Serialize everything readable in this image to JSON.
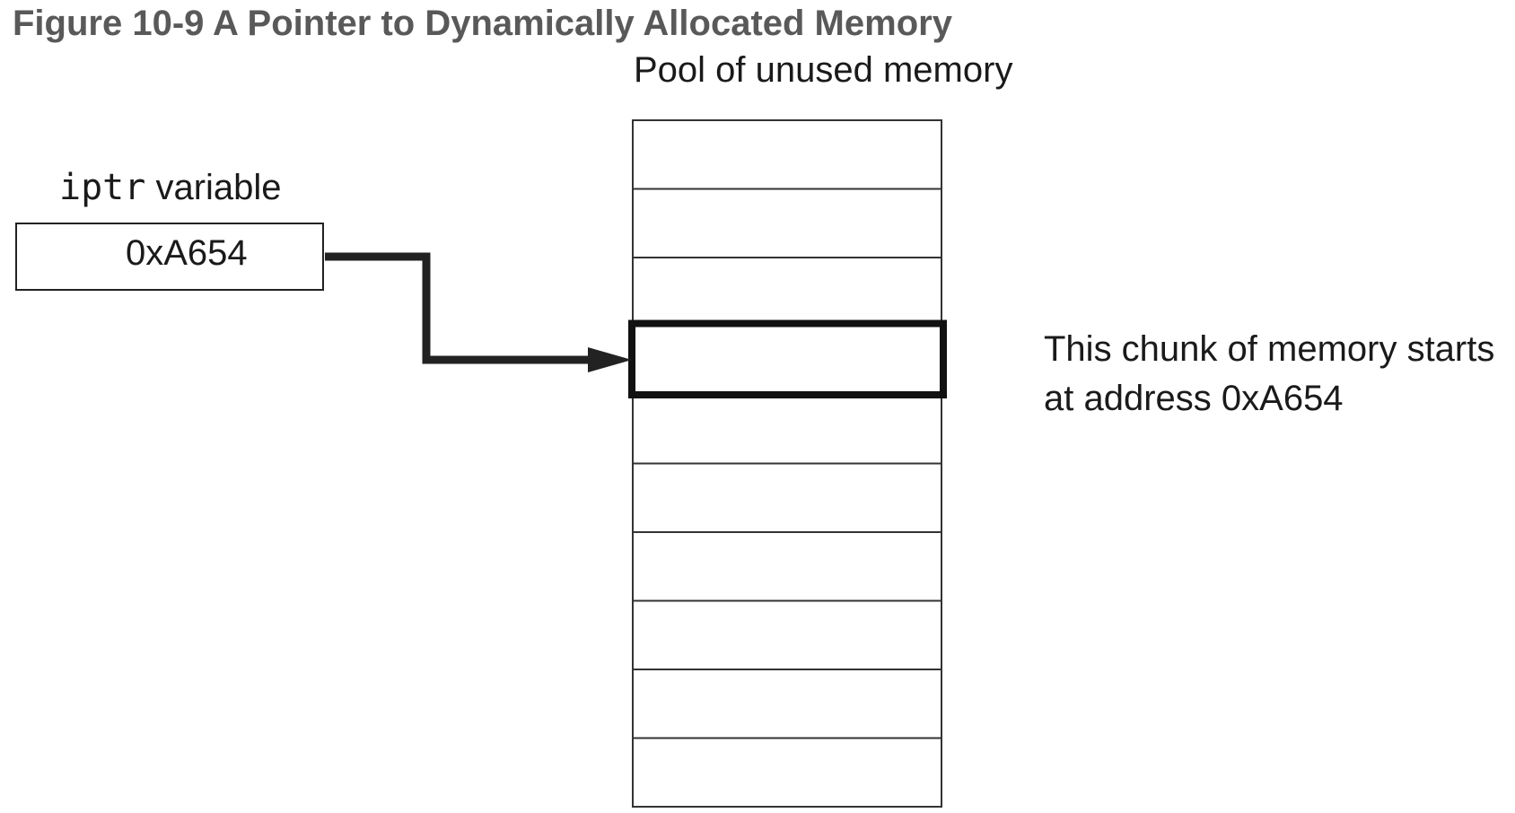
{
  "figure": {
    "title": "Figure 10-9 A Pointer to Dynamically Allocated Memory"
  },
  "pool": {
    "label": "Pool of unused memory",
    "cells": 10,
    "highlighted_index": 3
  },
  "variable": {
    "name": "iptr",
    "suffix": "variable",
    "value": "0xA654"
  },
  "note": {
    "line1": "This chunk of memory starts",
    "line2": "at address 0xA654"
  }
}
